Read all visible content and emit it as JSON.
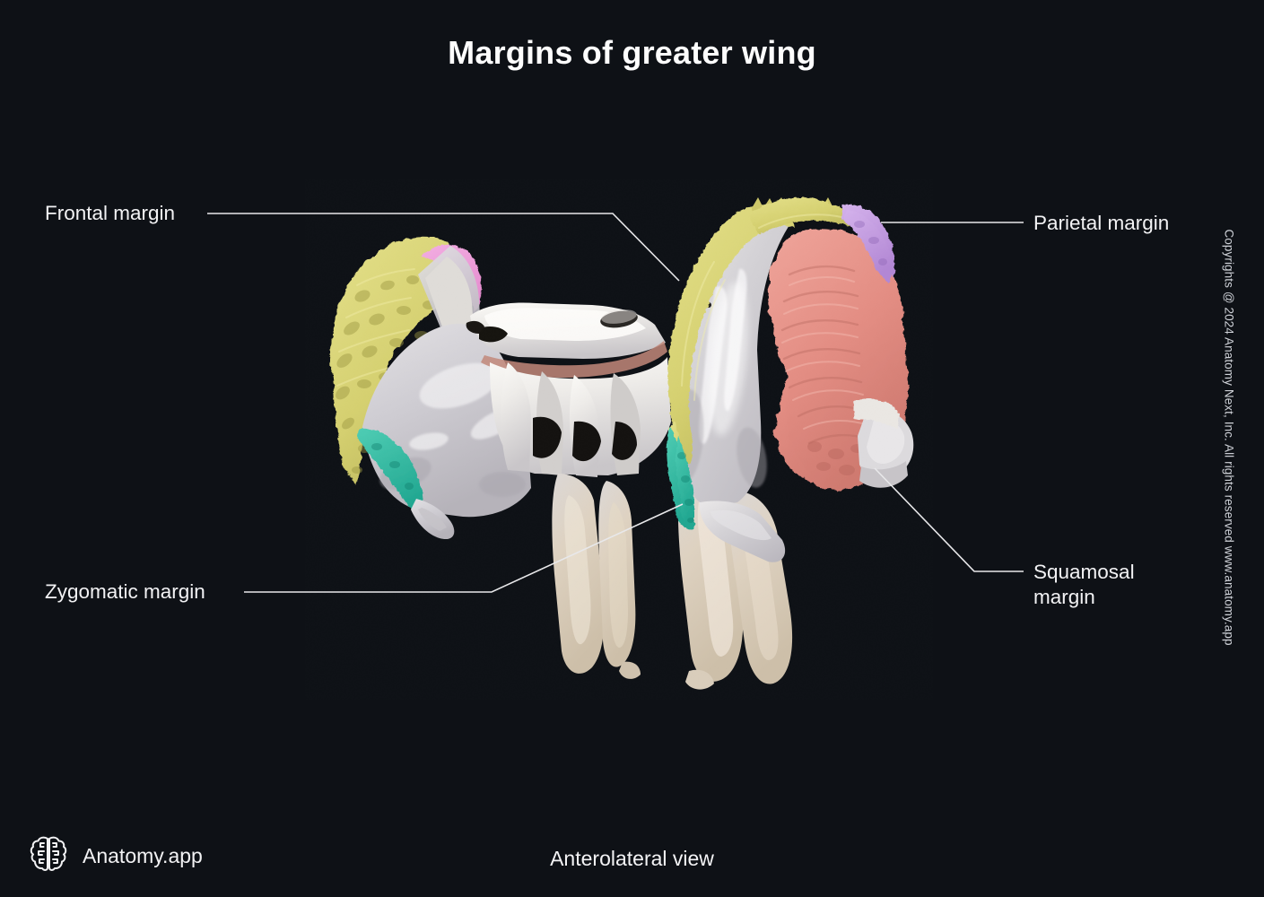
{
  "page": {
    "title": "Margins of greater wing",
    "view_caption": "Anterolateral view",
    "background_color": "#0e1116",
    "text_color": "#f2f2f4"
  },
  "branding": {
    "logo_icon": "brain-icon",
    "logo_text": "Anatomy.app",
    "copyright": "Copyrights @ 2024 Anatomy Next, Inc. All rights reserved www.anatomy.app"
  },
  "illustration": {
    "subject": "sphenoid-bone",
    "view": "Anterolateral view",
    "bone_colors": {
      "bone_light": "#d7d5da",
      "bone_highlight": "#f3f1ee",
      "bone_shadow": "#a9a6ad",
      "bone_warm": "#e2d4c2"
    }
  },
  "labels": [
    {
      "id": "frontal",
      "text": "Frontal margin",
      "side": "left",
      "color": "#dcd87a",
      "color_name": "yellow"
    },
    {
      "id": "parietal",
      "text": "Parietal margin",
      "side": "right",
      "color": "#c39ee0",
      "color_name": "purple"
    },
    {
      "id": "zygomatic",
      "text": "Zygomatic margin",
      "side": "left",
      "color": "#35bda6",
      "color_name": "teal"
    },
    {
      "id": "squamosal",
      "text": "Squamosal\nmargin",
      "side": "right",
      "color": "#e79289",
      "color_name": "salmon"
    }
  ]
}
